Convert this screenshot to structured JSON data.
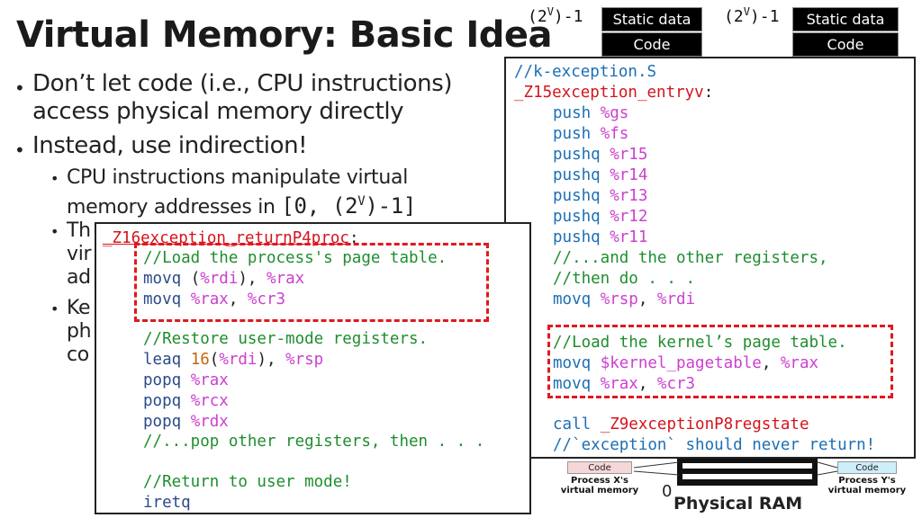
{
  "slide": {
    "title": "Virtual Memory: Basic Idea",
    "bullets": {
      "b1_line1": "Don’t let code (i.e., CPU instructions)",
      "b1_line2": "access physical memory directly",
      "b2": "Instead, use indirection!",
      "b2a_line1": "CPU instructions manipulate virtual",
      "b2a_line2_text": "memory addresses in ",
      "b2a_range_pre": "[0, (2",
      "b2a_range_sup": "V",
      "b2a_range_post": ")-1]",
      "b2b_frag1": "Th",
      "b2b_frag2": "vir",
      "b2b_frag3": "ad",
      "b2c_frag1": "Ke",
      "b2c_frag2": "ph",
      "b2c_frag3": "co"
    }
  },
  "memory_diagram": {
    "left_top": {
      "pow_pre": "(2",
      "pow_sup": "V",
      "pow_post": ")-1",
      "static": "Static data",
      "code": "Code"
    },
    "right_top": {
      "pow_pre": "(2",
      "pow_sup": "V",
      "pow_post": ")-1",
      "static": "Static data",
      "code": "Code"
    },
    "left_bottom": {
      "code": "Code",
      "label_1": "Process X's",
      "label_2": "virtual memory"
    },
    "right_bottom": {
      "code": "Code",
      "label_1": "Process Y's",
      "label_2": "virtual memory"
    },
    "zero": "0",
    "ram_label": "Physical RAM"
  },
  "panel_entry": {
    "filename": "//k-exception.S",
    "label": "_Z15exception_entryv",
    "colon": ":",
    "l_push1_op": "push ",
    "l_push1_reg": "%gs",
    "l_push2_op": "push ",
    "l_push2_reg": "%fs",
    "l_r15_op": "pushq ",
    "l_r15_reg": "%r15",
    "l_r14_op": "pushq ",
    "l_r14_reg": "%r14",
    "l_r13_op": "pushq ",
    "l_r13_reg": "%r13",
    "l_r12_op": "pushq ",
    "l_r12_reg": "%r12",
    "l_r11_op": "pushq ",
    "l_r11_reg": "%r11",
    "c_other": "//...and the other registers,",
    "c_then": "//then do . . .",
    "l_mov_op": "movq ",
    "l_mov_a": "%rsp",
    "l_mov_sep": ", ",
    "l_mov_b": "%rdi",
    "c_load": "//Load the kernel’s page table.",
    "l_kpt_op": "movq ",
    "l_kpt_a": "$kernel_pagetable",
    "l_kpt_sep": ", ",
    "l_kpt_b": "%rax",
    "l_cr3_op": "movq ",
    "l_cr3_a": "%rax",
    "l_cr3_sep": ", ",
    "l_cr3_b": "%cr3",
    "l_call_op": "call ",
    "l_call_target": "_Z9exceptionP8regstate",
    "c_never": "//`exception` should never return!"
  },
  "panel_return": {
    "label": "_Z16exception_returnP4proc",
    "colon": ":",
    "c_load": "//Load the process's page table.",
    "l1_op": "movq ",
    "l1_paren_open": "(",
    "l1_a": "%rdi",
    "l1_paren_close": "), ",
    "l1_b": "%rax",
    "l2_op": "movq ",
    "l2_a": "%rax",
    "l2_sep": ", ",
    "l2_b": "%cr3",
    "c_restore": "//Restore user-mode registers.",
    "l3_op": "leaq ",
    "l3_num": "16",
    "l3_paren_open": "(",
    "l3_a": "%rdi",
    "l3_paren_close": "), ",
    "l3_b": "%rsp",
    "l4_op": "popq ",
    "l4_reg": "%rax",
    "l5_op": "popq ",
    "l5_reg": "%rcx",
    "l6_op": "popq ",
    "l6_reg": "%rdx",
    "c_pop": "//...pop other registers, then . . .",
    "c_return": "//Return to user mode!",
    "l7_op": "iretq"
  }
}
